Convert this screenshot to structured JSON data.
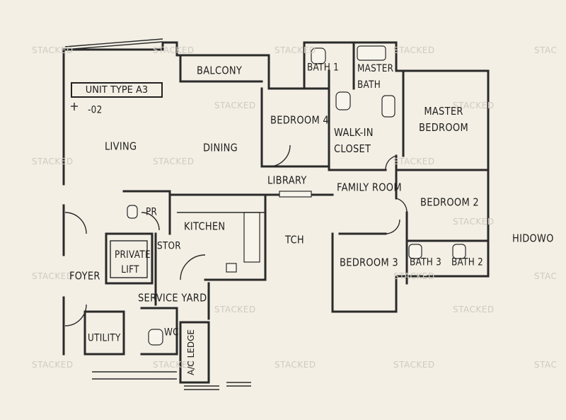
{
  "title": "UNIT TYPE A3",
  "unit_suffix": "-02",
  "rooms": {
    "balcony": "BALCONY",
    "living": "LIVING",
    "dining": "DINING",
    "bedroom4": "BEDROOM 4",
    "bath1": "BATH 1",
    "master_bath": "MASTER BATH",
    "master_bedroom": "MASTER BEDROOM",
    "walk_in_closet": "WALK-IN CLOSET",
    "library": "LIBRARY",
    "family_room": "FAMILY ROOM",
    "bedroom2": "BEDROOM 2",
    "pr": "PR",
    "kitchen": "KITCHEN",
    "stor": "STOR",
    "private_lift": "PRIVATE LIFT",
    "tch": "TCH",
    "bedroom3": "BEDROOM 3",
    "bath3": "BATH 3",
    "bath2": "BATH 2",
    "foyer": "FOYER",
    "service_yard": "SERVICE YARD",
    "utility": "UTILITY",
    "wc": "WC",
    "ac_ledge": "A/C LEDGE",
    "hidden_right": "HIDOWO"
  },
  "watermark": "STACKED",
  "watermark_right": "STAC"
}
